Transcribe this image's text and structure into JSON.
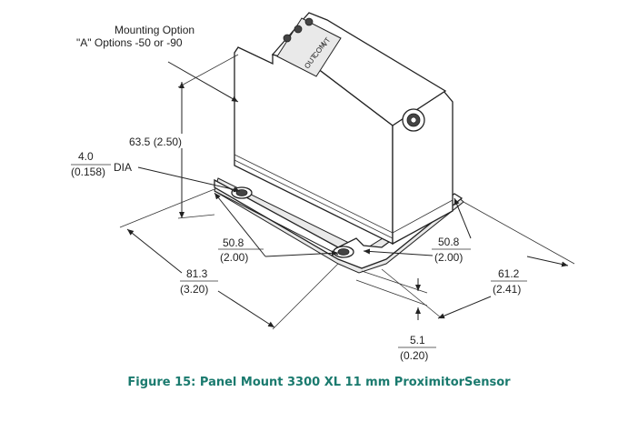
{
  "colors": {
    "caption": "#1a7a6e",
    "line": "#222222"
  },
  "annotations": {
    "mounting_line1": "Mounting Option",
    "mounting_line2": "\"A\" Options -50 or -90",
    "height": "63.5 (2.50)",
    "hole_mm": "4.0",
    "hole_in": "(0.158)",
    "hole_suffix": "DIA",
    "width_left_mm": "50.8",
    "width_left_in": "(2.00)",
    "width_right_mm": "50.8",
    "width_right_in": "(2.00)",
    "length_mm": "81.3",
    "length_in": "(3.20)",
    "depth_mm": "61.2",
    "depth_in": "(2.41)",
    "thickness_mm": "5.1",
    "thickness_in": "(0.20)"
  },
  "terminals": {
    "vt": "VT",
    "com": "COM",
    "out": "OUT"
  },
  "caption": "Figure 15:  Panel Mount 3300 XL 11 mm ProximitorSensor"
}
